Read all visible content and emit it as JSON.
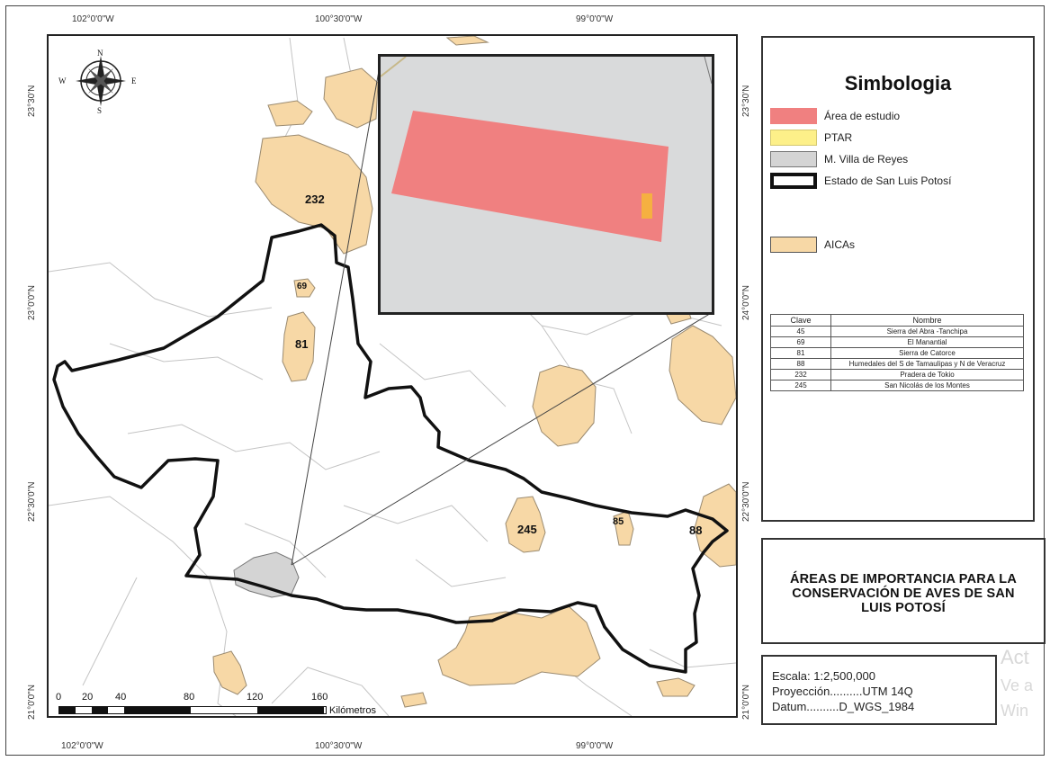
{
  "coordinates": {
    "top": [
      "102°0'0\"W",
      "100°30'0\"W",
      "99°0'0\"W"
    ],
    "bottom": [
      "102°0'0\"W",
      "100°30'0\"W",
      "99°0'0\"W"
    ],
    "left": [
      "23°30'N",
      "23°0'0\"N",
      "22°30'0\"N",
      "21°0'0\"N"
    ],
    "right": [
      "23°30'N",
      "24°0'0\"N",
      "22°30'0\"N",
      "21°0'0\"N"
    ]
  },
  "compass": {
    "n": "N",
    "s": "S",
    "e": "E",
    "w": "W"
  },
  "map_labels": [
    "232",
    "69",
    "81",
    "245",
    "85",
    "88"
  ],
  "scale_bar": {
    "ticks": [
      "0",
      "20",
      "40",
      "80",
      "120",
      "160"
    ],
    "unit": "Kilómetros"
  },
  "legend": {
    "title": "Simbologia",
    "items": [
      {
        "label": "Área de estudio",
        "color": "#f08080"
      },
      {
        "label": "PTAR",
        "color": "#fdf089"
      },
      {
        "label": "M. Villa de Reyes",
        "color": "#d4d4d4"
      },
      {
        "label": "Estado de San Luis Potosí",
        "color": "#ffffff"
      },
      {
        "label": "AICAs",
        "color": "#f7d8a6"
      }
    ],
    "table": {
      "headers": [
        "Clave",
        "Nombre"
      ],
      "rows": [
        [
          "45",
          "Sierra del Abra -Tanchipa"
        ],
        [
          "69",
          "El Manantial"
        ],
        [
          "81",
          "Sierra de Catorce"
        ],
        [
          "88",
          "Humedales del S de Tamaulipas y N de Veracruz"
        ],
        [
          "232",
          "Pradera de Tokio"
        ],
        [
          "245",
          "San Nicolás de los Montes"
        ]
      ]
    }
  },
  "title": "ÁREAS DE IMPORTANCIA PARA LA CONSERVACIÓN DE AVES DE SAN LUIS POTOSÍ",
  "info": {
    "scale": "Escala: 1:2,500,000",
    "projection": "Proyección..........UTM 14Q",
    "datum": "Datum..........D_WGS_1984"
  },
  "watermark": [
    "Act",
    "Ve a",
    "Win"
  ],
  "colors": {
    "aica": "#f7d8a6",
    "study": "#f08080",
    "ptar": "#f5b041",
    "municipio": "#d4d4d4",
    "inset_bg": "#d9dadb"
  }
}
